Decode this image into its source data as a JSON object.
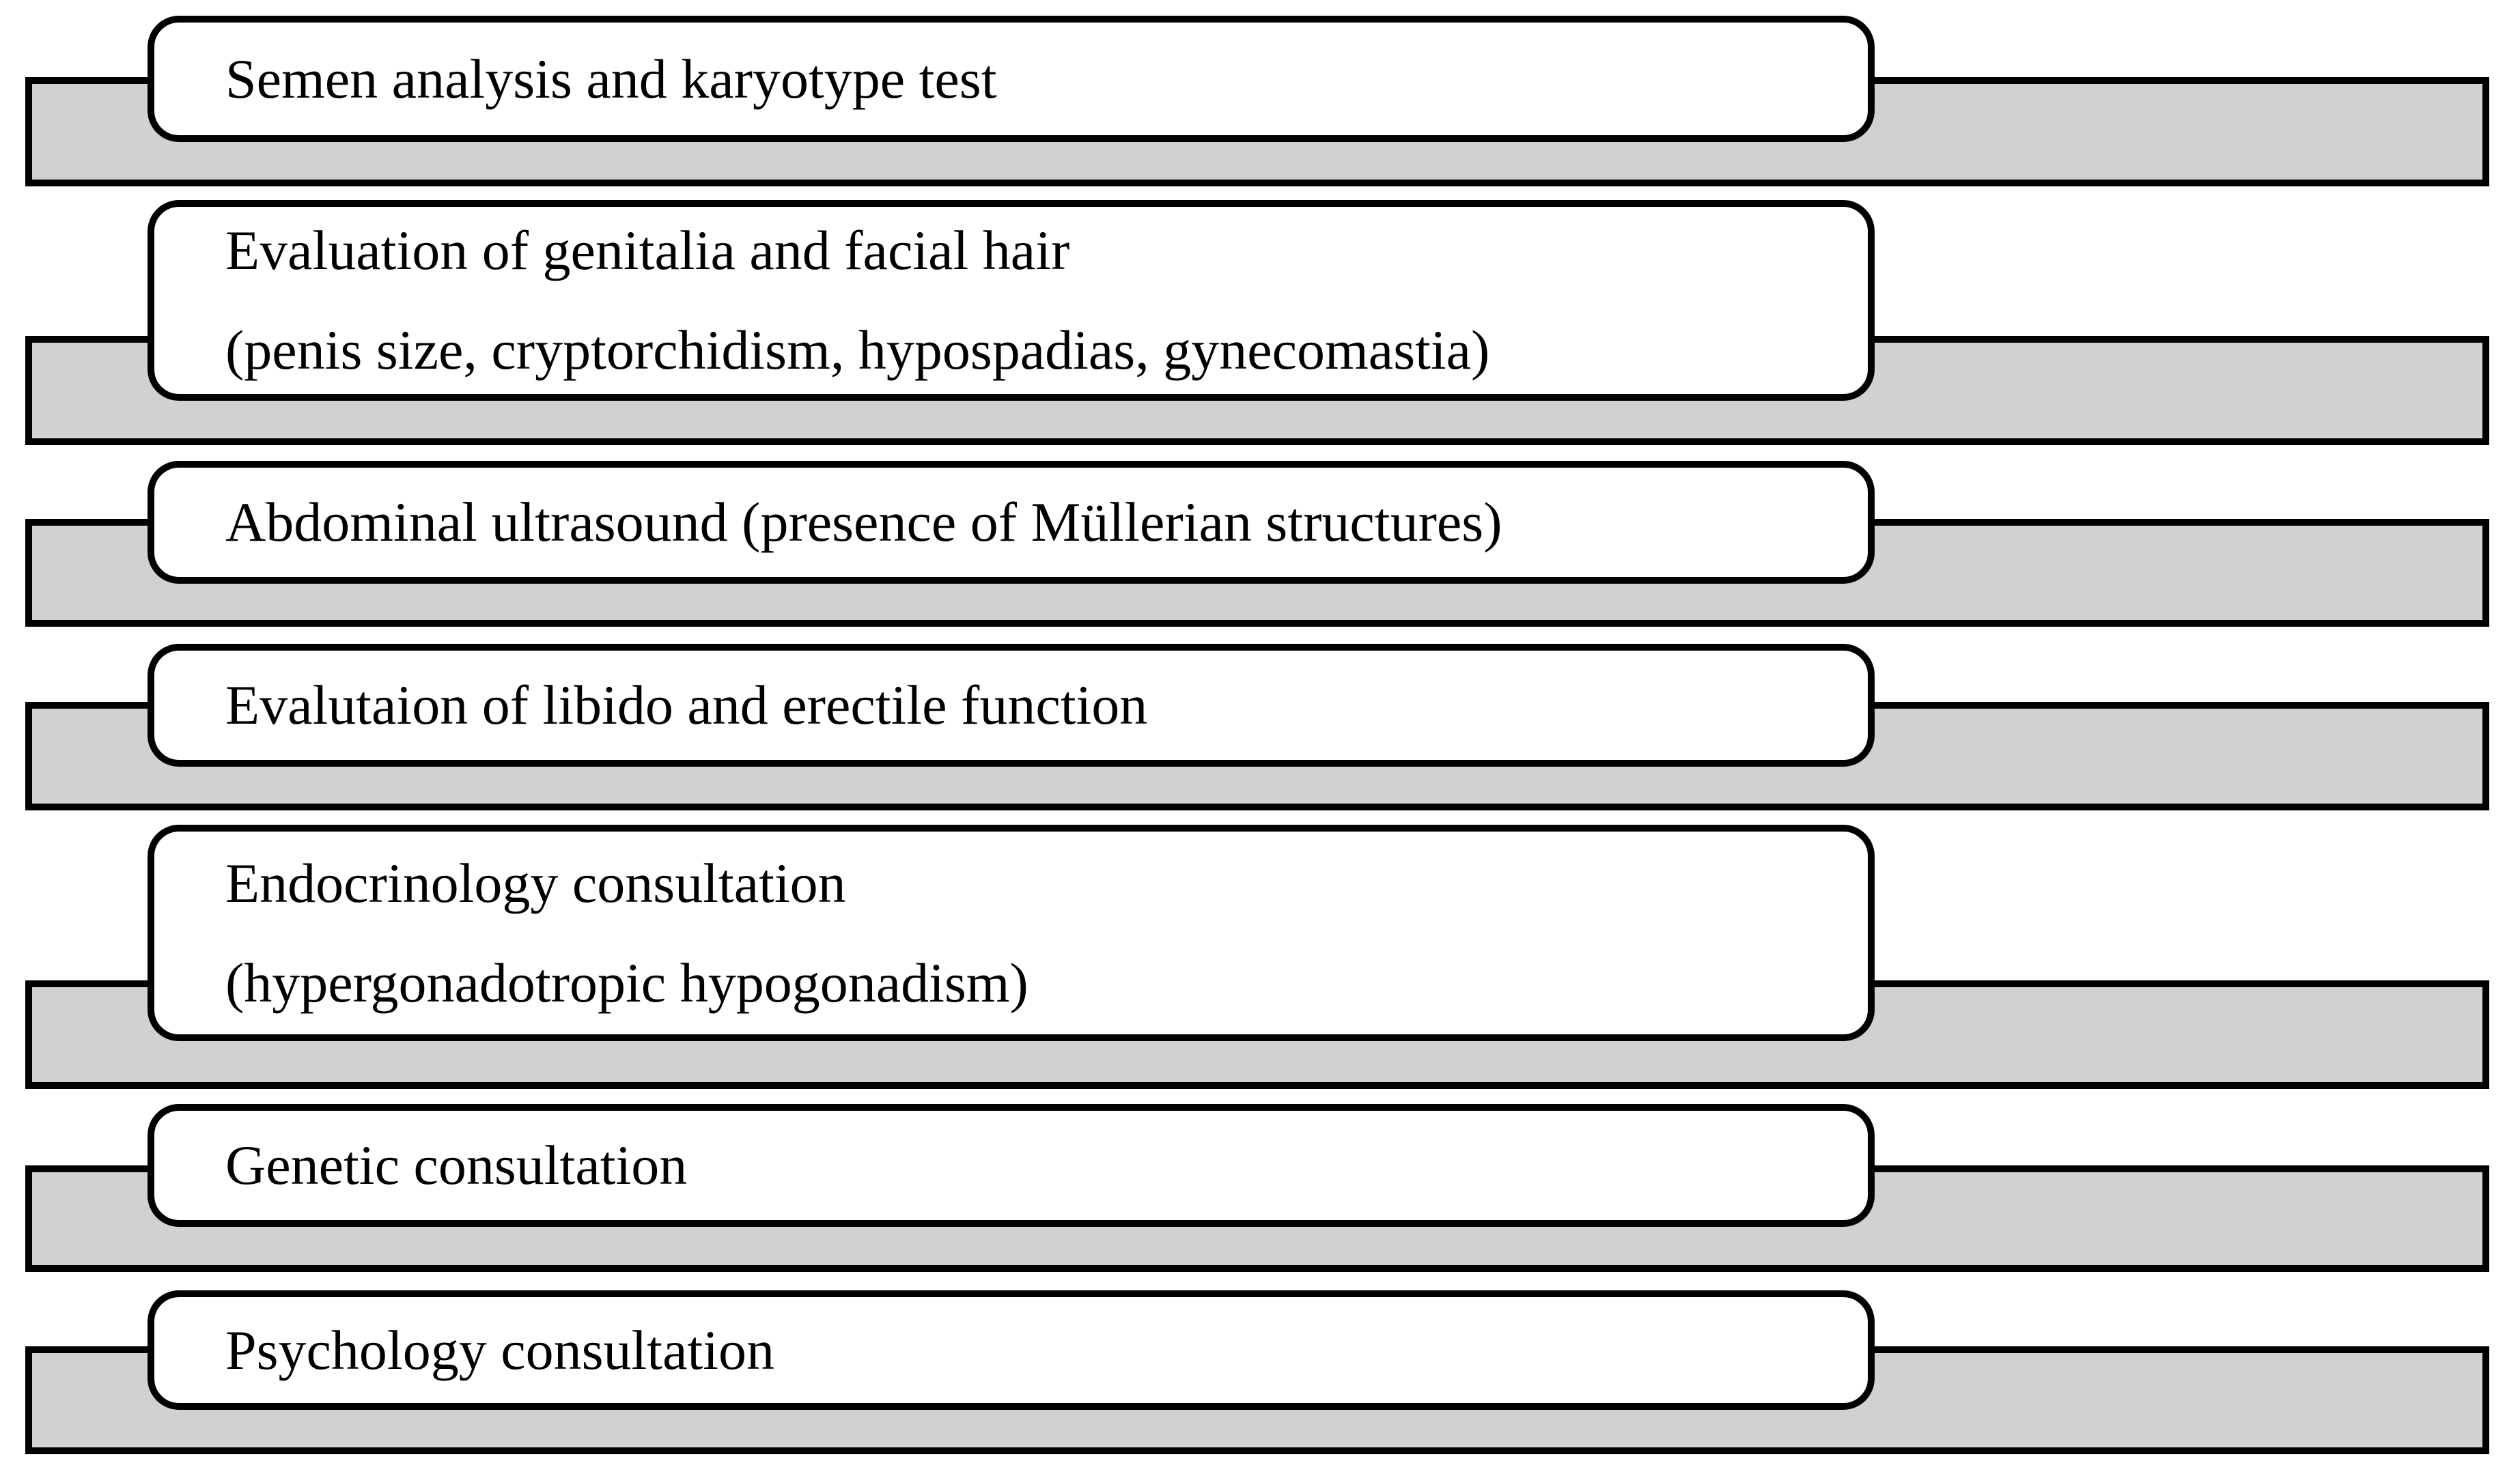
{
  "diagram": {
    "type": "stepped-list-figure",
    "rows": [
      {
        "lines": [
          "Semen analysis and karyotype test"
        ]
      },
      {
        "lines": [
          "Evaluation of genitalia and facial hair",
          "(penis size, cryptorchidism, hypospadias, gynecomastia)"
        ]
      },
      {
        "lines": [
          "Abdominal ultrasound (presence of Müllerian structures)"
        ]
      },
      {
        "lines": [
          "Evalutaion of libido and erectile function"
        ]
      },
      {
        "lines": [
          "Endocrinology consultation",
          "(hypergonadotropic hypogonadism)"
        ]
      },
      {
        "lines": [
          "Genetic consultation"
        ]
      },
      {
        "lines": [
          "Psychology consultation"
        ]
      }
    ],
    "colors": {
      "bar_fill": "#d1d1d1",
      "outline": "#000000",
      "box_fill": "#ffffff"
    }
  }
}
